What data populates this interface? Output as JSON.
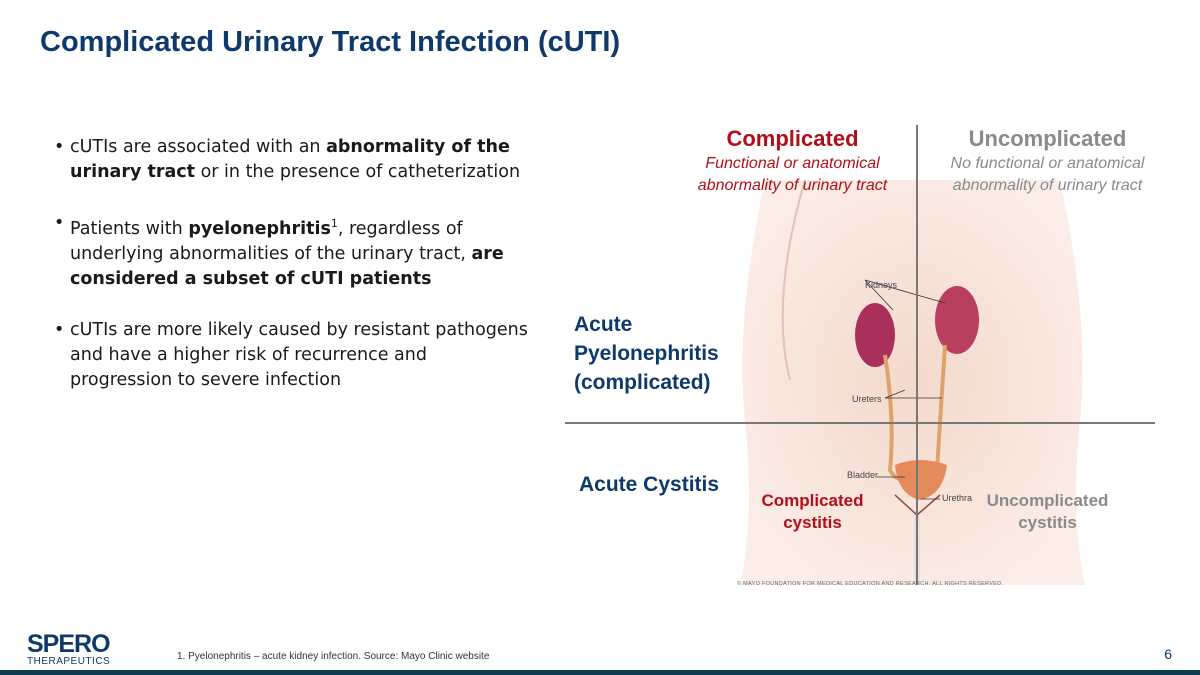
{
  "title": "Complicated Urinary Tract Infection (cUTI)",
  "bullets": [
    {
      "parts": [
        "cUTIs are associated with an ",
        "abnormality of the urinary tract",
        " or in the presence of catheterization"
      ]
    },
    {
      "parts": [
        "Patients with ",
        "pyelonephritis",
        "1",
        ", regardless of underlying abnormalities of the urinary tract, ",
        "are considered a subset of cUTI patients"
      ]
    },
    {
      "parts": [
        "cUTIs are more likely caused by resistant pathogens and have a higher risk of recurrence and progression to severe infection"
      ]
    }
  ],
  "figure": {
    "complicated": {
      "heading": "Complicated",
      "desc": "Functional or anatomical abnormality of urinary tract"
    },
    "uncomplicated": {
      "heading": "Uncomplicated",
      "desc": "No functional or anatomical abnormality of urinary tract"
    },
    "row1": "Acute Pyelonephritis (complicated)",
    "row2": "Acute Cystitis",
    "cell_complicated": "Complicated cystitis",
    "cell_uncomplicated": "Uncomplicated cystitis",
    "labels": {
      "kidneys": "Kidneys",
      "ureters": "Ureters",
      "bladder": "Bladder",
      "urethra": "Urethra"
    },
    "copyright": "© MAYO FOUNDATION FOR MEDICAL EDUCATION AND RESEARCH. ALL RIGHTS RESERVED."
  },
  "logo": {
    "name": "SPERO",
    "sub": "THERAPEUTICS"
  },
  "footnote": "1. Pyelonephritis – acute kidney infection. Source: Mayo Clinic website",
  "page": "6"
}
